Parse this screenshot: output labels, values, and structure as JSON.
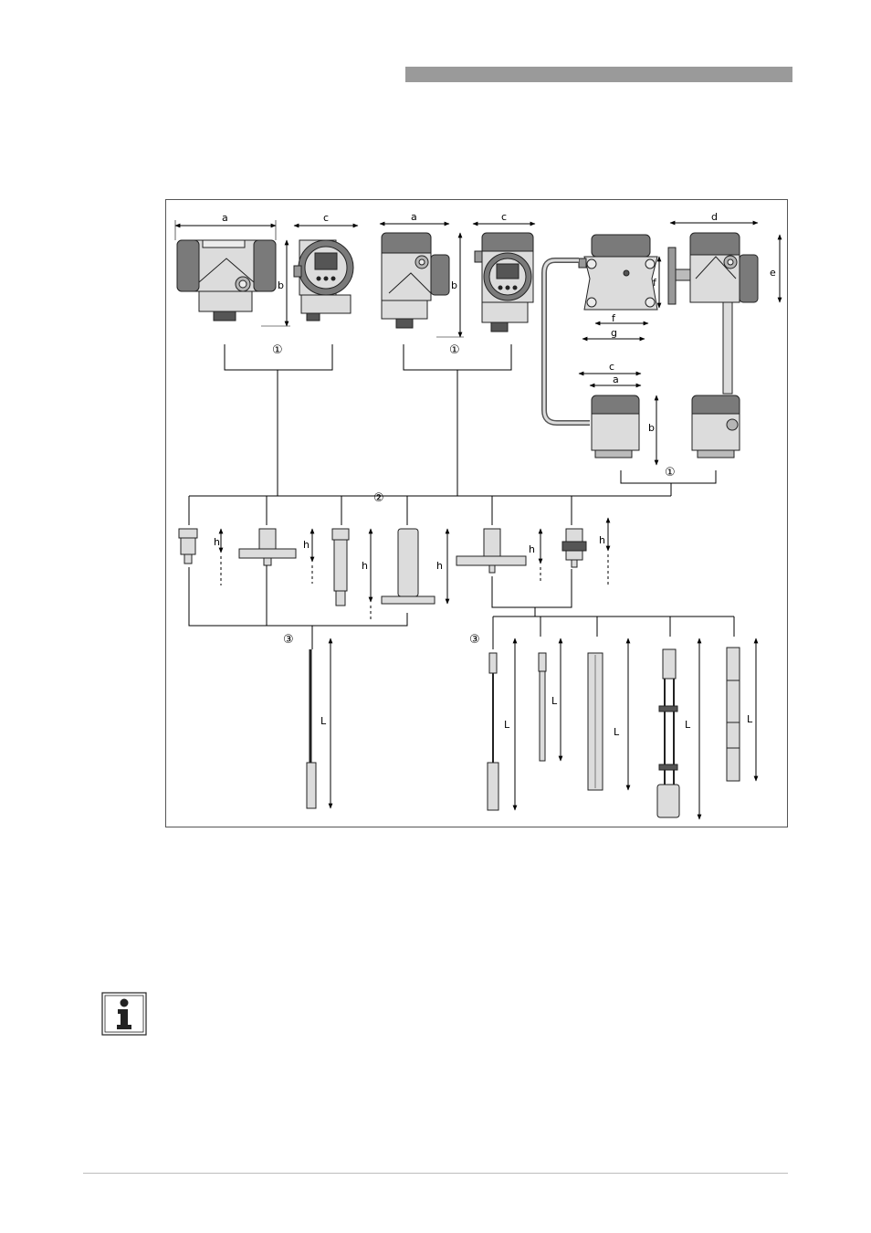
{
  "figure": {
    "callouts": [
      "①",
      "①",
      "①",
      "②",
      "③",
      "③"
    ],
    "dimension_labels": {
      "a": "a",
      "b": "b",
      "c": "c",
      "d": "d",
      "e": "e",
      "f": "f",
      "g": "g",
      "h": "h",
      "L": "L"
    }
  },
  "icons": {
    "info": "info-icon"
  },
  "colors": {
    "header_bar": "#9a9a9a",
    "housing_dark": "#7a7a7a",
    "housing_light": "#dcdcdc"
  }
}
